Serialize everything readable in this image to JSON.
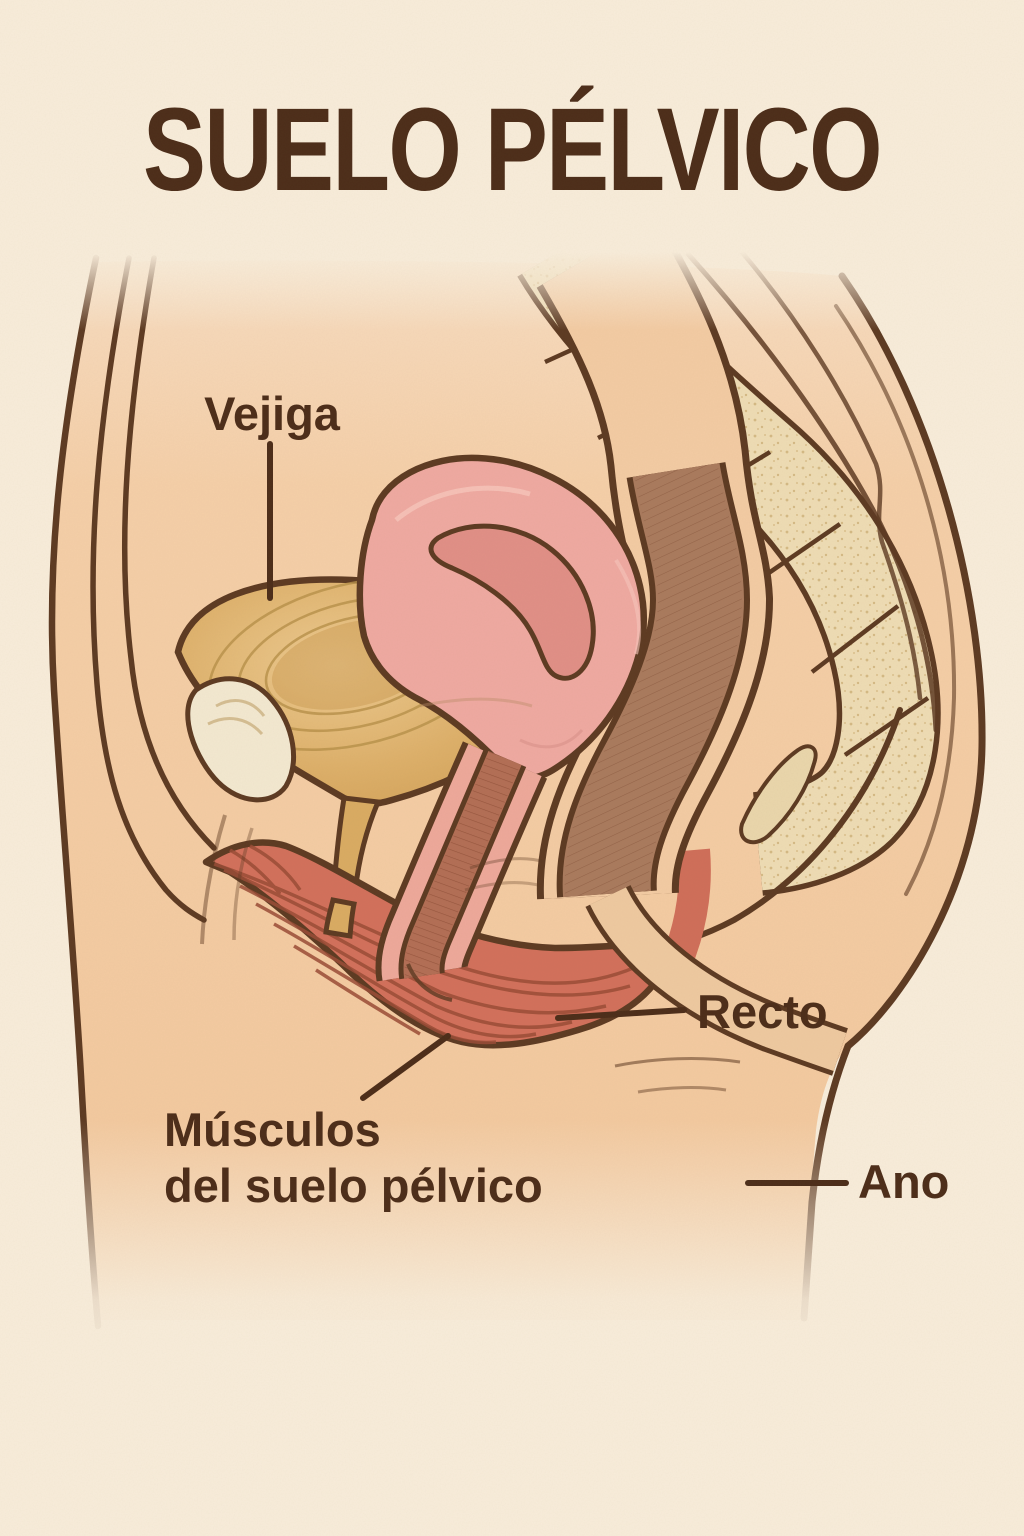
{
  "title": "SUELO PÉLVICO",
  "labels": {
    "vejiga": "Vejiga",
    "recto": "Recto",
    "musculos_line1": "Músculos",
    "musculos_line2": "del suelo pélvico",
    "ano": "Ano"
  },
  "colors": {
    "background": "#f8ecda",
    "skin": "#f5cea7",
    "outline": "#5d3a22",
    "text": "#4c2d19",
    "bladder": "#ddab63",
    "uterus": "#efa9a1",
    "uterus_cavity": "#e08f86",
    "vagina_wall": "#eda89a",
    "vaginal_canal": "#b26e55",
    "rectum_wall": "#f3cba3",
    "rectum_interior": "#a97a5d",
    "muscle": "#d2705b",
    "muscle_striation": "#9a4c36",
    "pubic_bone": "#f3e8d0",
    "sacrum": "#eedcb4"
  }
}
